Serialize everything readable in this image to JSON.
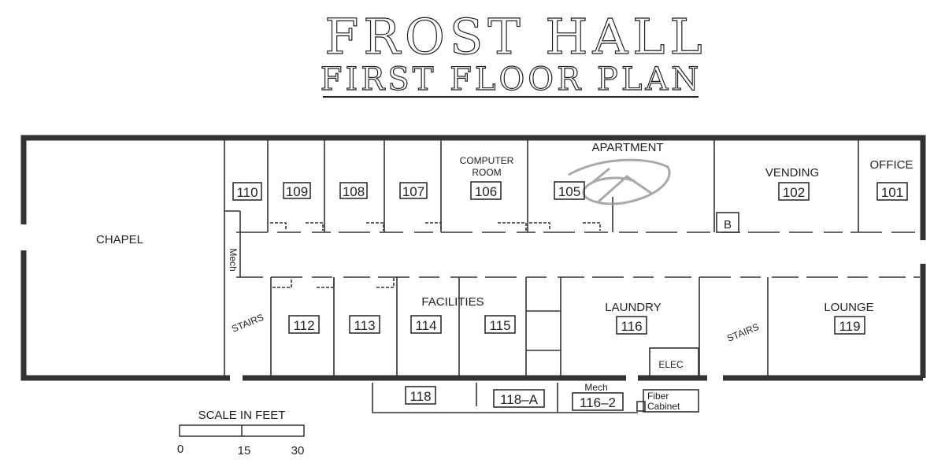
{
  "title": "FROST HALL",
  "subtitle": "FIRST FLOOR PLAN",
  "rooms": {
    "chapel": "CHAPEL",
    "r110": "110",
    "r109": "109",
    "r108": "108",
    "r107": "107",
    "computer_room_label": "COMPUTER ROOM",
    "computer_room_line1": "COMPUTER",
    "computer_room_line2": "ROOM",
    "r106": "106",
    "apartment": "APARTMENT",
    "r105": "105",
    "vending": "VENDING",
    "r102": "102",
    "office": "OFFICE",
    "r101": "101",
    "b": "B",
    "mech_vertical": "Mech",
    "stairs_left": "STAIRS",
    "r112": "112",
    "r113": "113",
    "facilities": "FACILITIES",
    "r114": "114",
    "r115": "115",
    "laundry": "LAUNDRY",
    "r116": "116",
    "elec": "ELEC",
    "stairs_right": "STAIRS",
    "lounge": "LOUNGE",
    "r119": "119",
    "r118": "118",
    "r118a": "118–A",
    "mech_bottom": "Mech",
    "r116_2": "116–2",
    "fiber_line1": "Fiber",
    "fiber_line2": "Cabinet"
  },
  "scale": {
    "label": "SCALE IN FEET",
    "ticks": [
      "0",
      "15",
      "30"
    ]
  }
}
